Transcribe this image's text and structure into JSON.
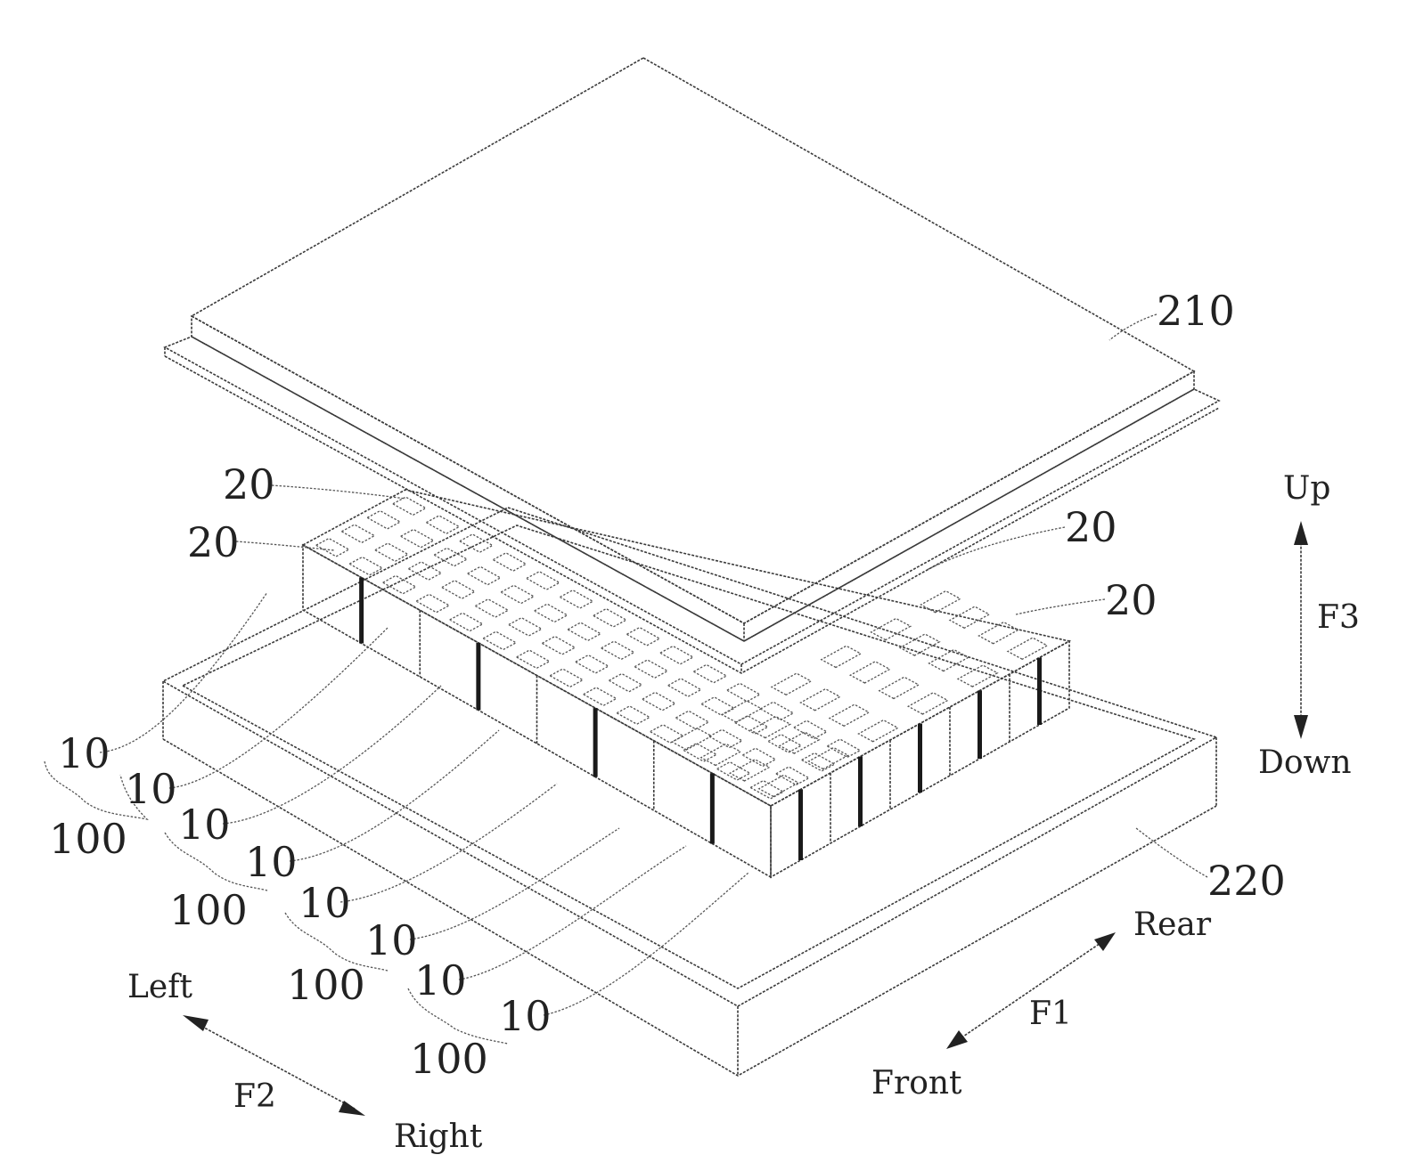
{
  "labels": {
    "cover": "210",
    "tray": "220",
    "bus": "20",
    "cell": "10",
    "group": "100"
  },
  "directions": {
    "up": "Up",
    "down": "Down",
    "f3": "F3",
    "rear": "Rear",
    "front": "Front",
    "f1": "F1",
    "left": "Left",
    "right": "Right",
    "f2": "F2"
  }
}
